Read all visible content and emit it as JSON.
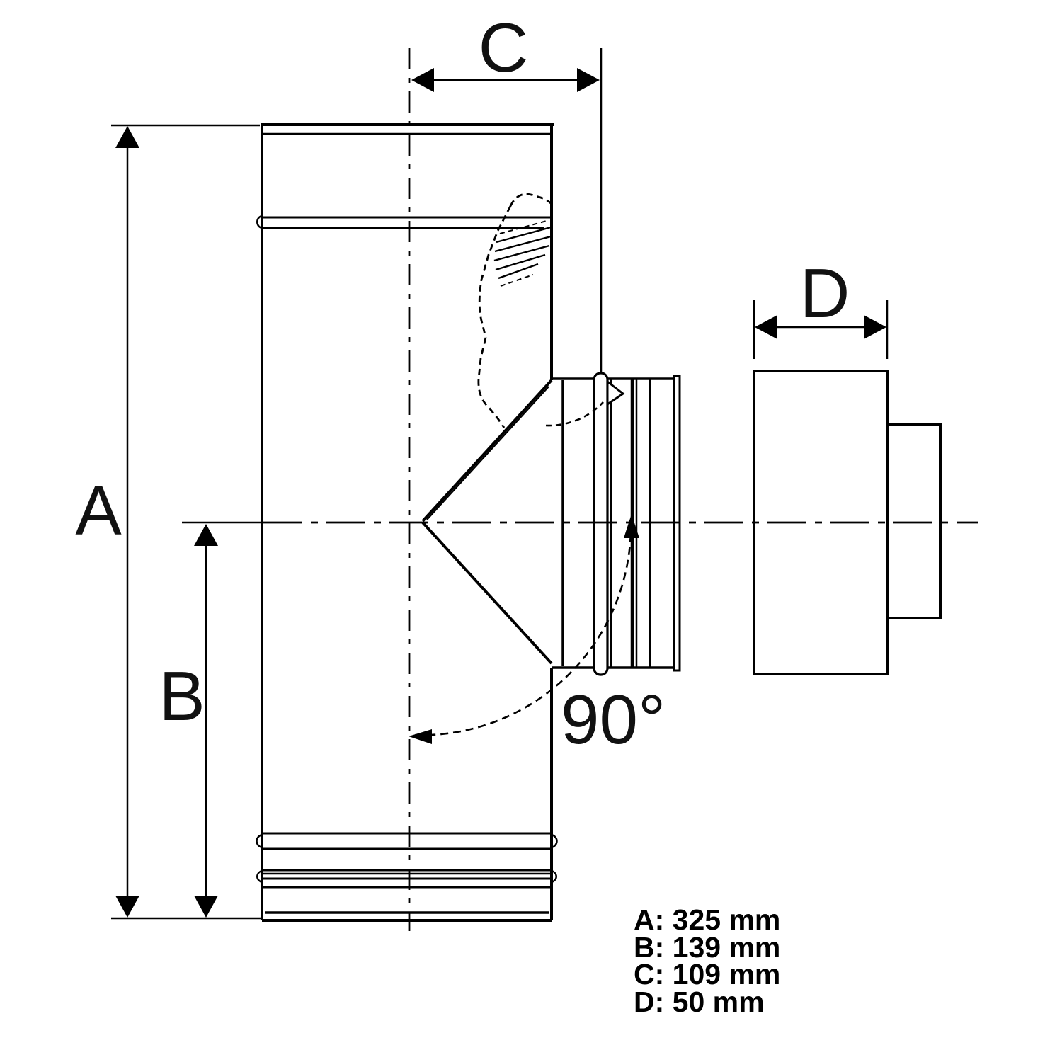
{
  "drawing": {
    "description": "Technical dimension drawing of a 90-degree tee flue pipe section with separate end cap",
    "background": "#ffffff",
    "line_color": "#000000",
    "angle_label": "90°",
    "dim_labels": {
      "a": "A",
      "b": "B",
      "c": "C",
      "d": "D"
    },
    "dimensions_mm": {
      "A": 325,
      "B": 139,
      "C": 109,
      "D": 50
    },
    "legend": {
      "items": [
        {
          "key": "A",
          "value": "325 mm",
          "text": "A: 325 mm"
        },
        {
          "key": "B",
          "value": "139 mm",
          "text": "B: 139 mm"
        },
        {
          "key": "C",
          "value": "109 mm",
          "text": "C: 109 mm"
        },
        {
          "key": "D",
          "value": "50 mm",
          "text": "D: 50 mm"
        }
      ]
    }
  }
}
